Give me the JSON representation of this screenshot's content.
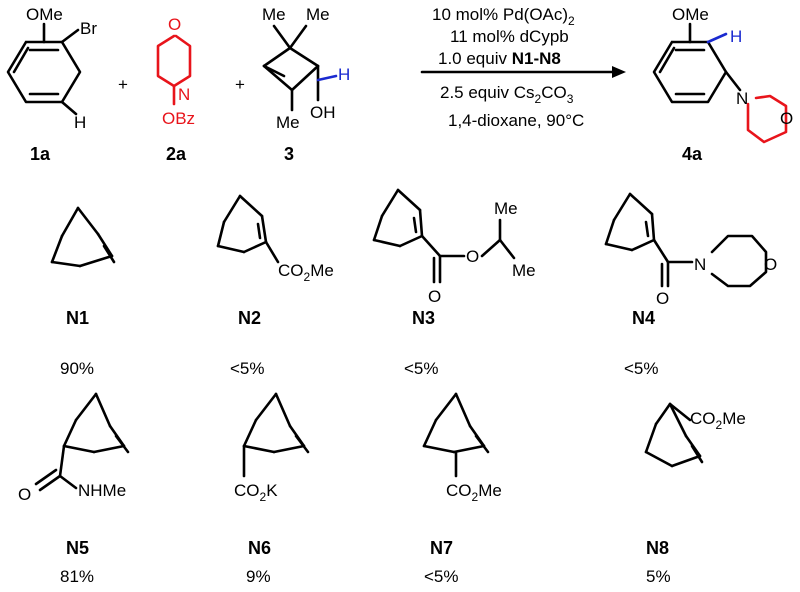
{
  "scheme": {
    "reactant_1": {
      "label": "1a",
      "substituents": [
        "OMe",
        "Br",
        "H"
      ]
    },
    "plus": "+",
    "reactant_2": {
      "label": "2a",
      "substituents": [
        "O",
        "N",
        "OBz"
      ]
    },
    "reactant_3": {
      "label": "3",
      "substituents": [
        "Me",
        "Me",
        "Me",
        "OH",
        "H"
      ]
    },
    "conditions_above": {
      "line1_main": "10 mol% Pd(OAc)",
      "line1_sub": "2",
      "line2": "11 mol% dCypb",
      "line3_pre": "1.0 equiv ",
      "line3_bold": "N1-N8"
    },
    "conditions_below": {
      "line1_pre": "2.5 equiv Cs",
      "line1_sub1": "2",
      "line1_mid": "CO",
      "line1_sub2": "3",
      "line2": "1,4-dioxane, 90°C"
    },
    "product": {
      "label": "4a",
      "substituents": [
        "OMe",
        "H",
        "N",
        "O"
      ]
    }
  },
  "norbornenes": [
    {
      "id": "N1",
      "yield": "90%",
      "substituent": ""
    },
    {
      "id": "N2",
      "yield": "<5%",
      "substituent": "CO2Me"
    },
    {
      "id": "N3",
      "yield": "<5%",
      "substituent": "O"
    },
    {
      "id": "N4",
      "yield": "<5%",
      "substituent": "N"
    },
    {
      "id": "N5",
      "yield": "81%",
      "substituent": "NHMe"
    },
    {
      "id": "N6",
      "yield": "9%",
      "substituent": "CO2K"
    },
    {
      "id": "N7",
      "yield": "<5%",
      "substituent": "CO2Me"
    },
    {
      "id": "N8",
      "yield": "5%",
      "substituent": "CO2Me"
    }
  ]
}
